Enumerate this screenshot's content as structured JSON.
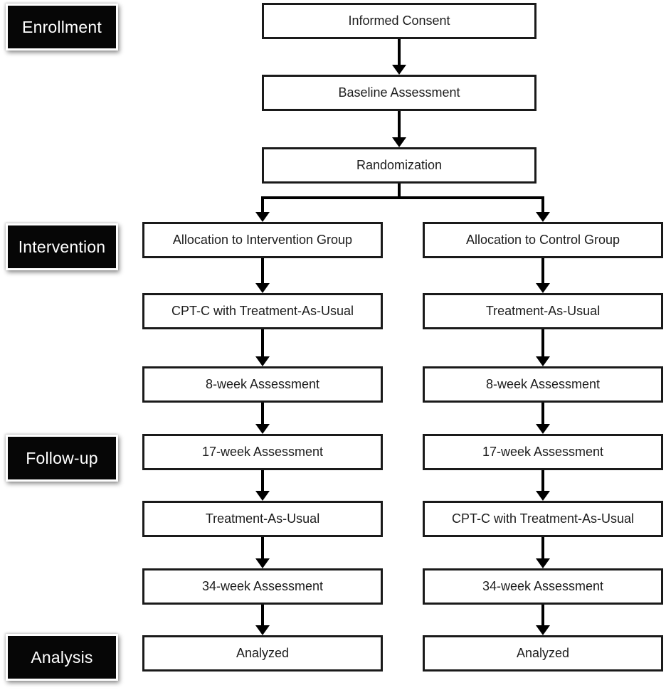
{
  "diagram": {
    "type": "flowchart",
    "stages": [
      {
        "label": "Enrollment"
      },
      {
        "label": "Intervention"
      },
      {
        "label": "Follow-up"
      },
      {
        "label": "Analysis"
      }
    ],
    "enrollment_steps": [
      {
        "label": "Informed Consent"
      },
      {
        "label": "Baseline Assessment"
      },
      {
        "label": "Randomization"
      }
    ],
    "intervention_branch": {
      "steps": [
        {
          "label": "Allocation to Intervention Group"
        },
        {
          "label": "CPT-C with Treatment-As-Usual"
        },
        {
          "label": "8-week Assessment"
        },
        {
          "label": "17-week Assessment"
        },
        {
          "label": "Treatment-As-Usual"
        },
        {
          "label": "34-week Assessment"
        },
        {
          "label": "Analyzed"
        }
      ]
    },
    "control_branch": {
      "steps": [
        {
          "label": "Allocation to Control Group"
        },
        {
          "label": "Treatment-As-Usual"
        },
        {
          "label": "8-week Assessment"
        },
        {
          "label": "17-week Assessment"
        },
        {
          "label": "CPT-C with Treatment-As-Usual"
        },
        {
          "label": "34-week Assessment"
        },
        {
          "label": "Analyzed"
        }
      ]
    },
    "colors": {
      "box_border": "#1a1a1a",
      "stage_bg": "#060606",
      "stage_text": "#ffffff",
      "arrow": "#000000",
      "background": "#ffffff"
    }
  }
}
